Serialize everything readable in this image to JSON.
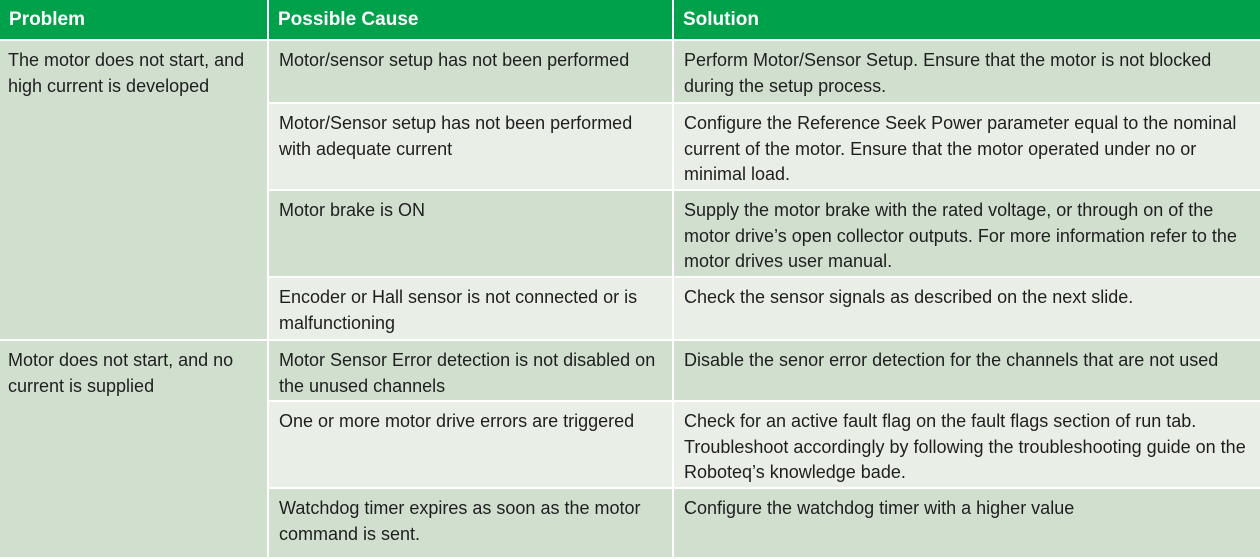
{
  "headers": {
    "problem": "Problem",
    "cause": "Possible Cause",
    "solution": "Solution"
  },
  "groups": [
    {
      "problem": "The motor does not start, and high current is developed",
      "rows": [
        {
          "cause": "Motor/sensor setup has not been performed",
          "solution": "Perform Motor/Sensor Setup. Ensure that the motor is not blocked during the setup process."
        },
        {
          "cause": "Motor/Sensor setup has not been performed with adequate current",
          "solution": "Configure the Reference Seek Power parameter equal to the nominal current of the motor. Ensure that the motor operated under no or minimal load."
        },
        {
          "cause": "Motor brake is ON",
          "solution": "Supply the motor brake with the rated voltage, or through on of the motor drive’s open collector outputs. For more information refer to the motor drives user manual."
        },
        {
          "cause": "Encoder or Hall sensor is not connected or is malfunctioning",
          "solution": "Check the sensor signals as described on the next slide."
        }
      ]
    },
    {
      "problem": "Motor does not start, and no current is supplied",
      "rows": [
        {
          "cause": "Motor Sensor Error detection is not disabled on the unused channels",
          "solution": "Disable the senor error detection for the channels that are not used"
        },
        {
          "cause": "One or more motor drive errors are triggered",
          "solution": "Check for an active fault flag on the fault flags section of run tab. Troubleshoot accordingly by following the troubleshooting guide on the Roboteq’s knowledge bade."
        },
        {
          "cause": "Watchdog timer expires as soon as the motor command is sent.",
          "solution": "Configure the watchdog timer with a higher value"
        }
      ]
    }
  ]
}
